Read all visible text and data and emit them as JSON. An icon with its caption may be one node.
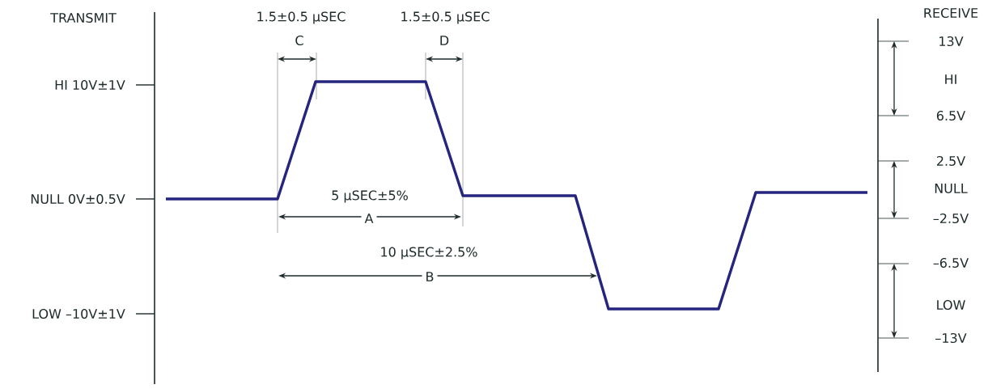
{
  "diagram": {
    "labels": [
      "TRANSMIT",
      "1.5±0.5 µSEC",
      "1.5±0.5 µSEC",
      "RECEIVE",
      "C",
      "D",
      "13V",
      "HI 10V±1V",
      "HI",
      "6.5V",
      "2.5V",
      "NULL 0V±0.5V",
      "5 µSEC±5%",
      "NULL",
      "A",
      "–2.5V",
      "10 µSEC±2.5%",
      "–6.5V",
      "B",
      "LOW",
      "LOW –10V±1V",
      "–13V"
    ]
  }
}
